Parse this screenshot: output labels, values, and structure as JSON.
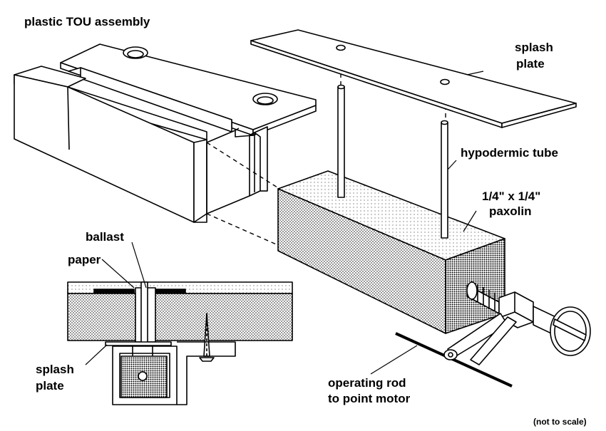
{
  "labels": {
    "tou_assembly": "plastic TOU assembly",
    "splash_plate_top_1": "splash",
    "splash_plate_top_2": "plate",
    "hypodermic_tube": "hypodermic tube",
    "paxolin_1": "1/4\" x 1/4\"",
    "paxolin_2": "paxolin",
    "ballast": "ballast",
    "paper": "paper",
    "splash_plate_side_1": "splash",
    "splash_plate_side_2": "plate",
    "operating_rod_1": "operating rod",
    "operating_rod_2": "to point motor",
    "scale_note": "(not to scale)"
  }
}
